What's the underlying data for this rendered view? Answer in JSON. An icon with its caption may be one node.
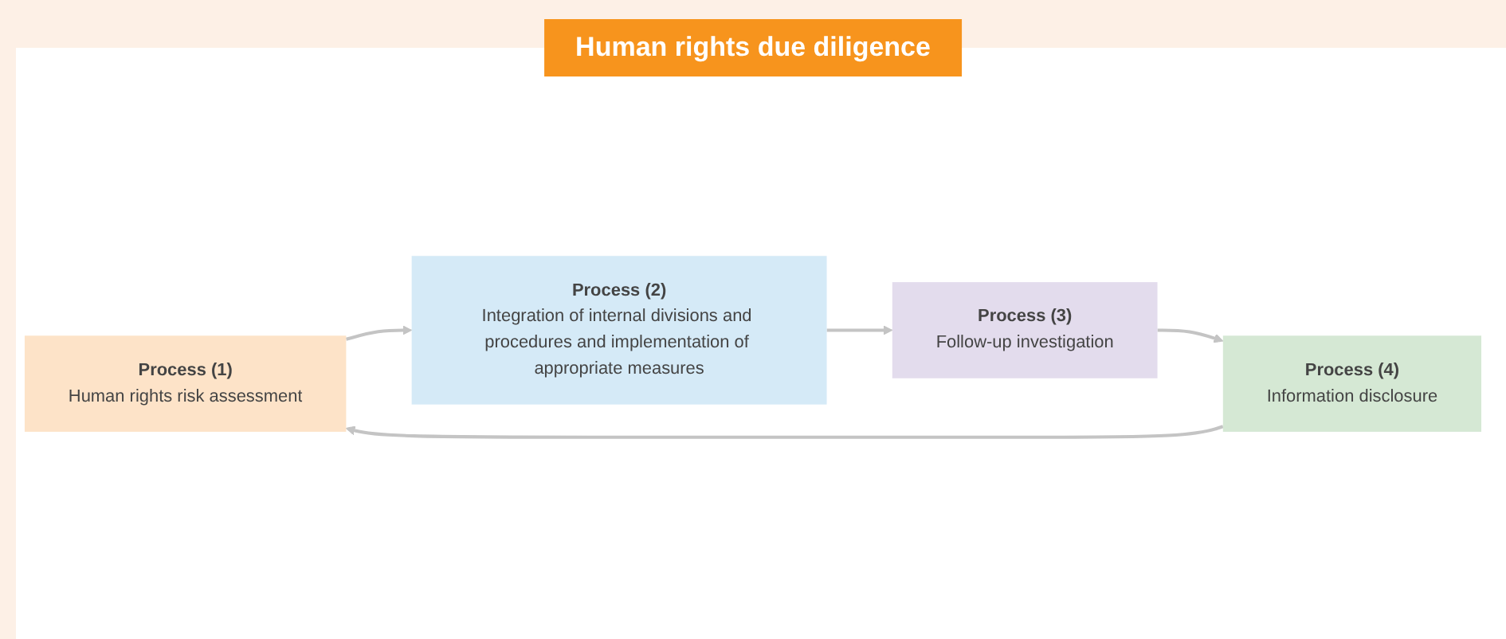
{
  "diagram": {
    "title": "Human rights due diligence",
    "nodes": [
      {
        "text": [
          "Process (1)",
          "Human rights risk assessment"
        ]
      },
      {
        "text": [
          "Process (2)",
          "Integration of internal divisions and procedures and implementation of appropriate measures"
        ]
      },
      {
        "text": [
          "Process (3)",
          "Follow-up investigation"
        ]
      },
      {
        "text": [
          "Process (4)",
          "Information disclosure"
        ]
      }
    ],
    "edges": [
      {
        "from": 0,
        "to": 1,
        "arrow": "to"
      },
      {
        "from": 1,
        "to": 2,
        "arrow": "to"
      },
      {
        "from": 2,
        "to": 3,
        "arrow": "to"
      },
      {
        "from": 3,
        "to": 0,
        "arrow": "to"
      }
    ]
  }
}
